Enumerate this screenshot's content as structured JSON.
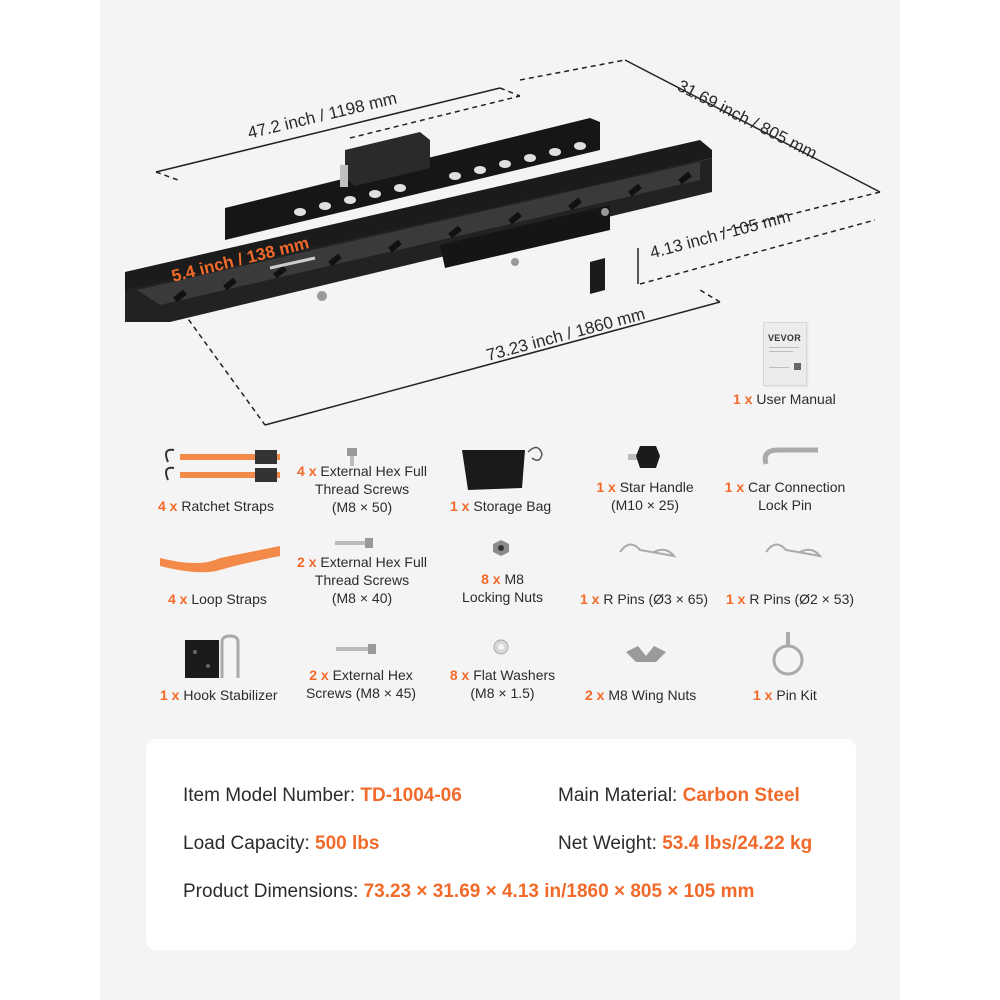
{
  "dimensions": {
    "width": "47.2 inch / 1198 mm",
    "depth": "31.69 inch / 805 mm",
    "height": "4.13 inch / 105 mm",
    "length": "73.23 inch / 1860 mm",
    "rail_height": "5.4 inch / 138 mm"
  },
  "manual": {
    "brand": "VEVOR",
    "qty": "1 x",
    "name": "User Manual"
  },
  "items": [
    {
      "qty": "4 x",
      "line1": "Ratchet Straps",
      "line2": "",
      "line3": ""
    },
    {
      "qty": "4 x",
      "line1": "External Hex Full",
      "line2": "Thread Screws",
      "line3": "(M8 × 50)"
    },
    {
      "qty": "1 x",
      "line1": "Storage Bag",
      "line2": "",
      "line3": ""
    },
    {
      "qty": "1 x",
      "line1": "Star Handle",
      "line2": "(M10 × 25)",
      "line3": ""
    },
    {
      "qty": "1 x",
      "line1": "Car Connection",
      "line2": "Lock Pin",
      "line3": ""
    },
    {
      "qty": "4 x",
      "line1": "Loop Straps",
      "line2": "",
      "line3": ""
    },
    {
      "qty": "2 x",
      "line1": "External Hex Full",
      "line2": "Thread Screws",
      "line3": "(M8 × 40)"
    },
    {
      "qty": "8 x",
      "line1": "M8",
      "line2": "Locking Nuts",
      "line3": ""
    },
    {
      "qty": "1 x",
      "line1": "R Pins (Ø3 × 65)",
      "line2": "",
      "line3": ""
    },
    {
      "qty": "1 x",
      "line1": "R Pins (Ø2 × 53)",
      "line2": "",
      "line3": ""
    },
    {
      "qty": "1 x",
      "line1": "Hook Stabilizer",
      "line2": "",
      "line3": ""
    },
    {
      "qty": "2 x",
      "line1": "External Hex",
      "line2": "Screws (M8 × 45)",
      "line3": ""
    },
    {
      "qty": "8 x",
      "line1": "Flat Washers",
      "line2": "(M8 × 1.5)",
      "line3": ""
    },
    {
      "qty": "2 x",
      "line1": "M8 Wing Nuts",
      "line2": "",
      "line3": ""
    },
    {
      "qty": "1 x",
      "line1": "Pin Kit",
      "line2": "",
      "line3": ""
    }
  ],
  "specs": {
    "model_label": "Item Model Number:",
    "model_value": "TD-1004-06",
    "material_label": "Main Material:",
    "material_value": "Carbon Steel",
    "capacity_label": "Load Capacity:",
    "capacity_value": "500 lbs",
    "weight_label": "Net Weight:",
    "weight_value": "53.4 lbs/24.22 kg",
    "dims_label": "Product Dimensions:",
    "dims_value": "73.23 × 31.69 × 4.13 in/1860 × 805 × 105 mm"
  },
  "colors": {
    "accent": "#f26a2a",
    "background": "#f4f4f4",
    "card": "#ffffff",
    "metal": "#1b1b1b"
  }
}
